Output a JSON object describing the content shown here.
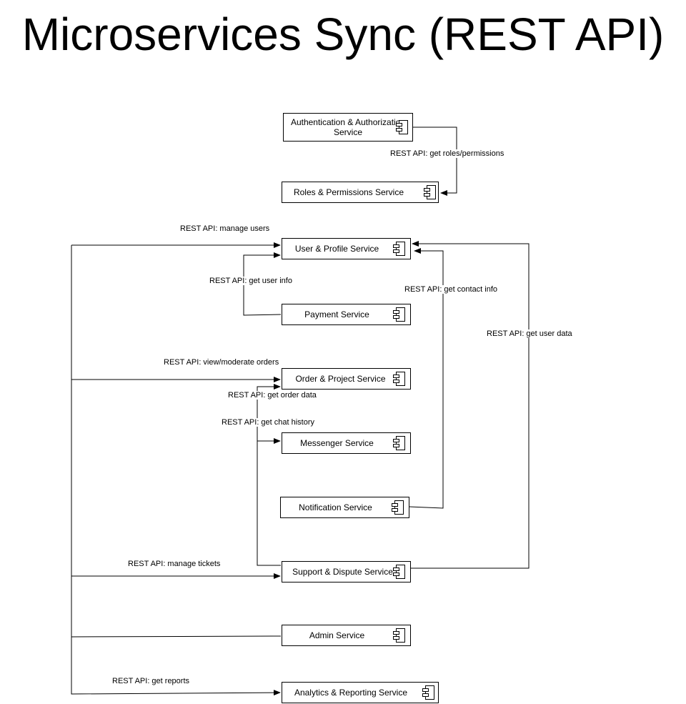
{
  "title": "Microservices Sync (REST API)",
  "services": {
    "auth": "Authentication & Authorization Service",
    "roles": "Roles & Permissions Service",
    "user_profile": "User & Profile Service",
    "payment": "Payment Service",
    "order_project": "Order & Project Service",
    "messenger": "Messenger Service",
    "notification": "Notification Service",
    "support_dispute": "Support & Dispute Service",
    "admin": "Admin Service",
    "analytics": "Analytics & Reporting Service"
  },
  "edges": {
    "get_roles": "REST API: get roles/permissions",
    "manage_users": "REST API: manage users",
    "get_user_info": "REST API: get user info",
    "get_contact_info": "REST API: get contact info",
    "get_user_data": "REST API: get user data",
    "view_moderate_orders": "REST API: view/moderate orders",
    "get_order_data": "REST API: get order data",
    "get_chat_history": "REST API: get chat history",
    "manage_tickets": "REST API: manage tickets",
    "get_reports": "REST API: get reports"
  },
  "icon": "component-icon"
}
